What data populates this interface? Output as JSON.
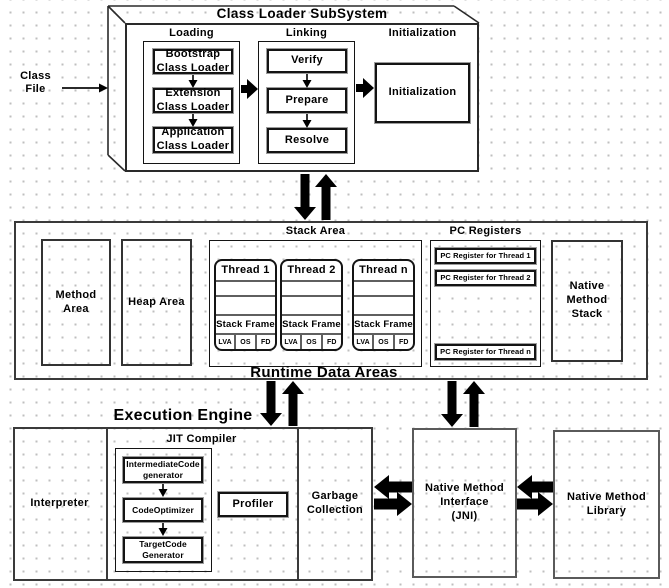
{
  "class_file": {
    "label": "Class\nFile"
  },
  "class_loader": {
    "title": "Class Loader SubSystem",
    "loading": {
      "label": "Loading",
      "boxes": [
        "Bootstrap\nClass Loader",
        "Extension\nClass Loader",
        "Application\nClass Loader"
      ]
    },
    "linking": {
      "label": "Linking",
      "boxes": [
        "Verify",
        "Prepare",
        "Resolve"
      ]
    },
    "initialization": {
      "label": "Initialization",
      "box": "Initialization"
    }
  },
  "runtime": {
    "title": "Runtime Data Areas",
    "method_area": "Method\nArea",
    "heap_area": "Heap Area",
    "stack_area": {
      "label": "Stack Area",
      "threads": [
        {
          "name": "Thread 1",
          "frame_label": "Stack Frame",
          "cells": [
            "LVA",
            "OS",
            "FD"
          ]
        },
        {
          "name": "Thread 2",
          "frame_label": "Stack Frame",
          "cells": [
            "LVA",
            "OS",
            "FD"
          ]
        },
        {
          "name": "Thread n",
          "frame_label": "Stack Frame",
          "cells": [
            "LVA",
            "OS",
            "FD"
          ]
        }
      ]
    },
    "pc_registers": {
      "label": "PC Registers",
      "items": [
        "PC Register for Thread 1",
        "PC Register for Thread 2",
        "PC Register for Thread n"
      ]
    },
    "native_method_stack": "Native\nMethod\nStack"
  },
  "execution": {
    "title": "Execution Engine",
    "interpreter": "Interpreter",
    "jit": {
      "label": "JIT Compiler",
      "boxes": [
        "IntermediateCode\ngenerator",
        "CodeOptimizer",
        "TargetCode\nGenerator"
      ],
      "profiler": "Profiler"
    },
    "garbage_collection": "Garbage\nCollection"
  },
  "jni": {
    "label": "Native Method\nInterface\n(JNI)"
  },
  "native_library": {
    "label": "Native Method\nLibrary"
  }
}
